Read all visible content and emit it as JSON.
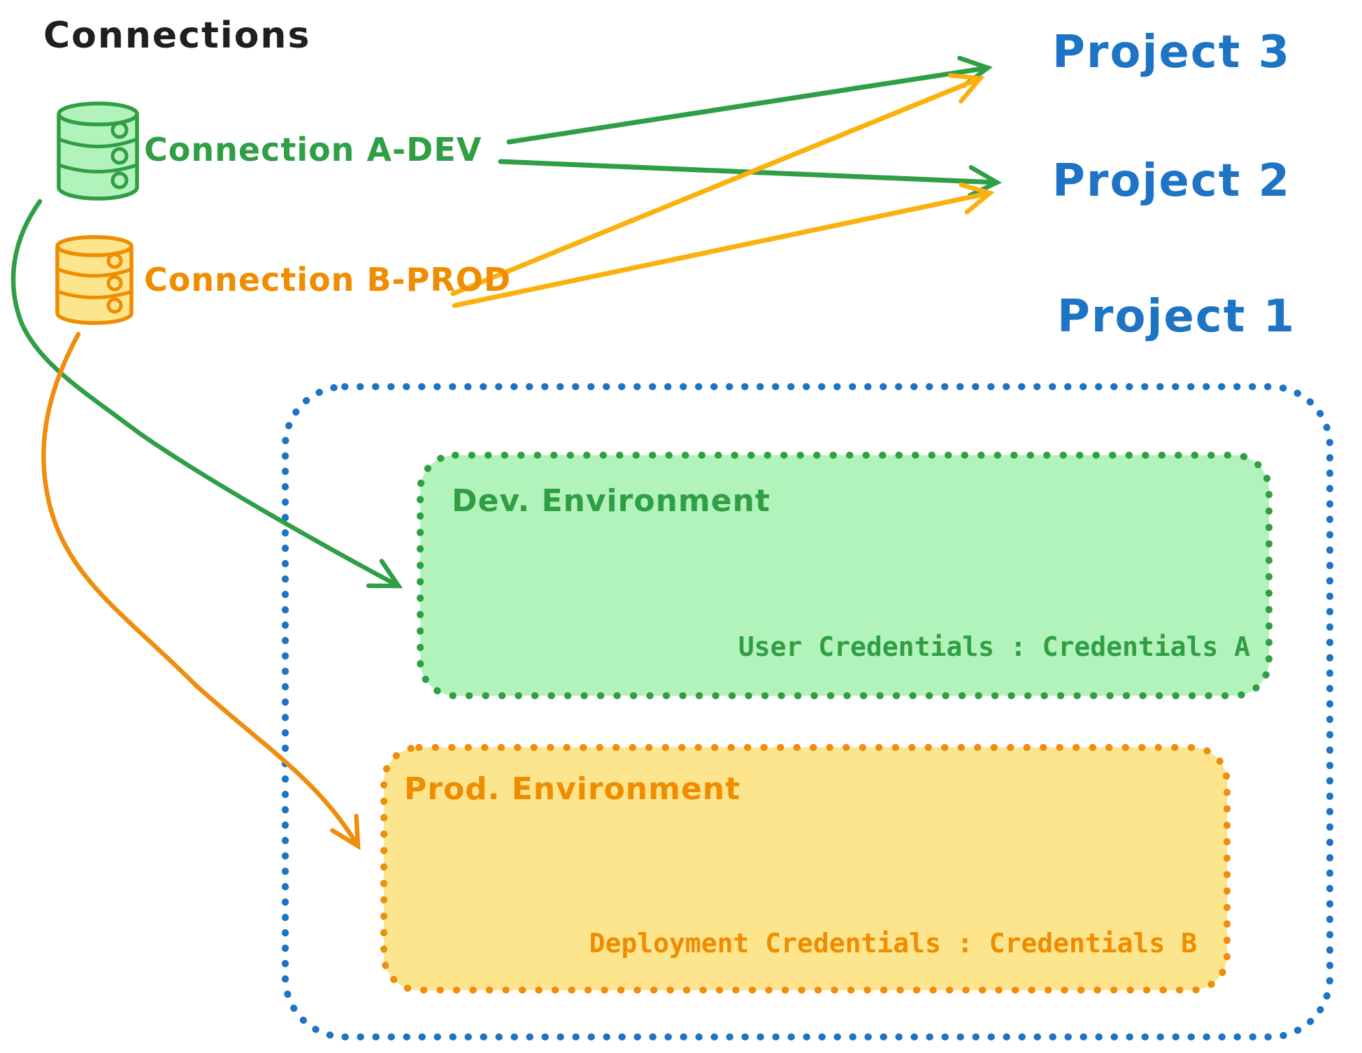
{
  "diagram": {
    "title": "Connections",
    "connections": [
      {
        "id": "a-dev",
        "label": "Connection A-DEV",
        "color": "#2f9e44",
        "icon": "database-cylinder"
      },
      {
        "id": "b-prod",
        "label": "Connection B-PROD",
        "color": "#ef8c00",
        "icon": "database-cylinder"
      }
    ],
    "projects": [
      {
        "label": "Project 3"
      },
      {
        "label": "Project 2"
      },
      {
        "label": "Project 1"
      }
    ],
    "project1_contents": {
      "environments": [
        {
          "name": "Dev. Environment",
          "credentials_line": "User Credentials : Credentials A",
          "stroke": "#2f9e44",
          "fill": "#b2f2bb"
        },
        {
          "name": "Prod. Environment",
          "credentials_line": "Deployment Credentials : Credentials B",
          "stroke": "#ef8d0e",
          "fill": "#fce58c"
        }
      ]
    },
    "links": [
      {
        "from": "Connection A-DEV",
        "to": "Project 3",
        "color": "#2f9e44"
      },
      {
        "from": "Connection A-DEV",
        "to": "Project 2",
        "color": "#2f9e44"
      },
      {
        "from": "Connection B-PROD",
        "to": "Project 3",
        "color": "#fbb10d"
      },
      {
        "from": "Connection B-PROD",
        "to": "Project 2",
        "color": "#fbb10d"
      },
      {
        "from": "Connection A-DEV",
        "to": "Dev. Environment",
        "color": "#2f9e44"
      },
      {
        "from": "Connection B-PROD",
        "to": "Prod. Environment",
        "color": "#ef8d0e"
      }
    ],
    "colors": {
      "text_black": "#1f1f1f",
      "project_blue": "#1d73c4",
      "green_stroke": "#2f9e44",
      "green_fill": "#b2f2bb",
      "orange_stroke": "#ef8c00",
      "orange_fill": "#fce58c",
      "amber_arrow": "#fbb10d",
      "background": "#ffffff"
    }
  }
}
